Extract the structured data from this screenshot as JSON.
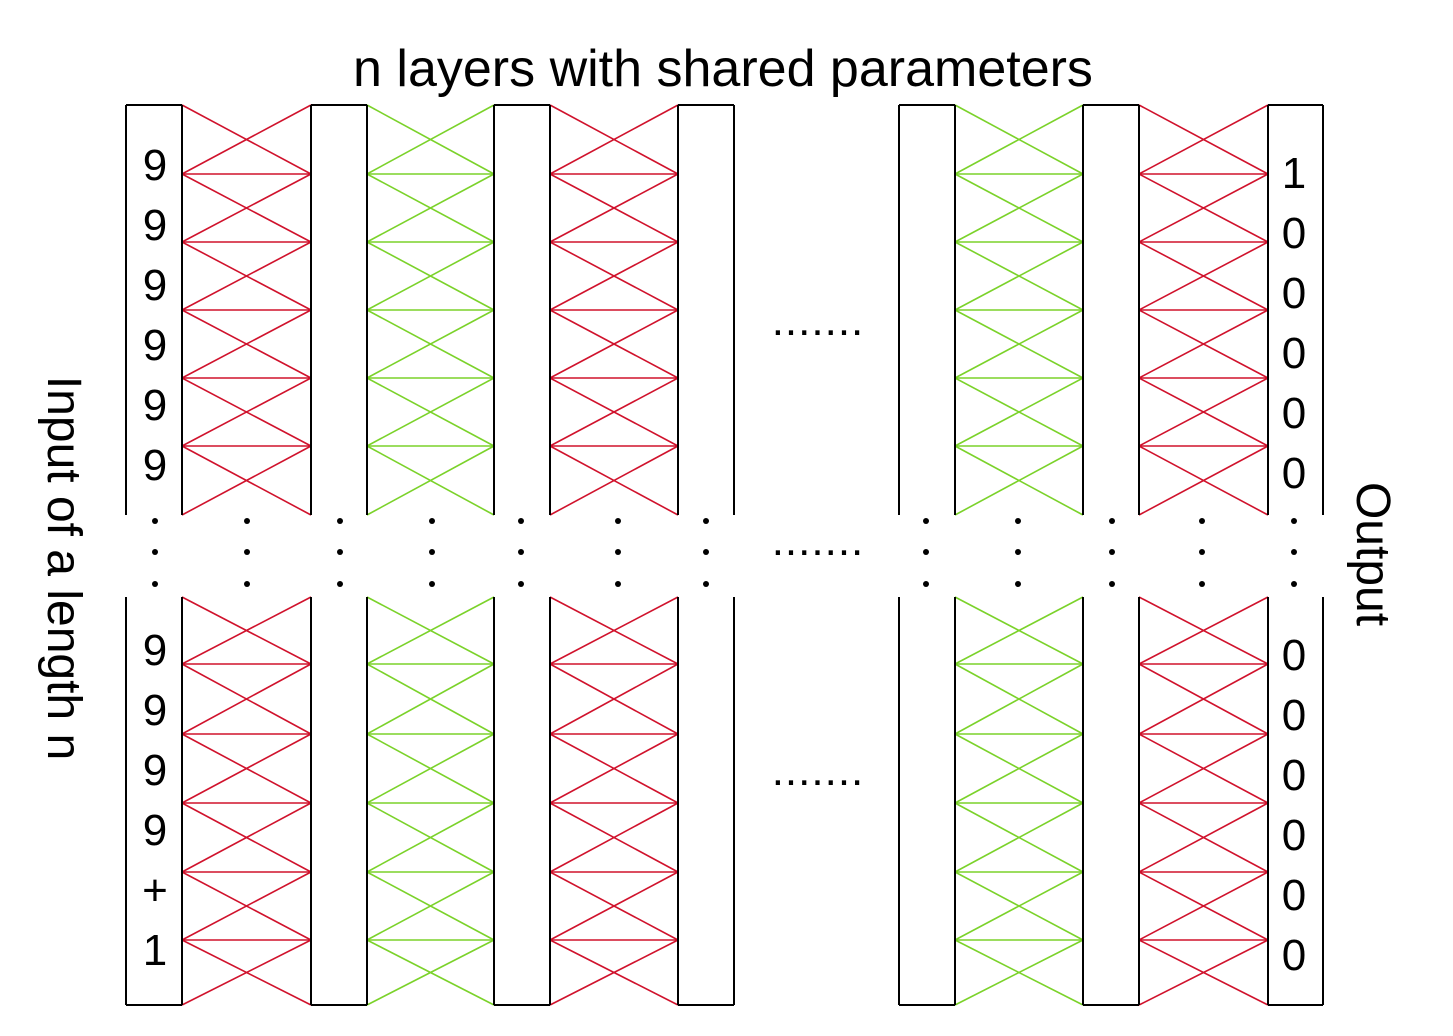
{
  "title": "n layers with shared parameters",
  "input_label": "Input of a length n",
  "output_label": "Output",
  "ellipsis": ".......",
  "colors": {
    "odd_layer": "#d0122c",
    "even_layer": "#7bd22a",
    "box": "#000000"
  },
  "input_digits_top": [
    "9",
    "9",
    "9",
    "9",
    "9",
    "9"
  ],
  "input_digits_bottom": [
    "9",
    "9",
    "9",
    "9",
    "+",
    "1"
  ],
  "output_digits_top": [
    "1",
    "0",
    "0",
    "0",
    "0",
    "0"
  ],
  "output_digits_bottom": [
    "0",
    "0",
    "0",
    "0",
    "0",
    "0"
  ]
}
